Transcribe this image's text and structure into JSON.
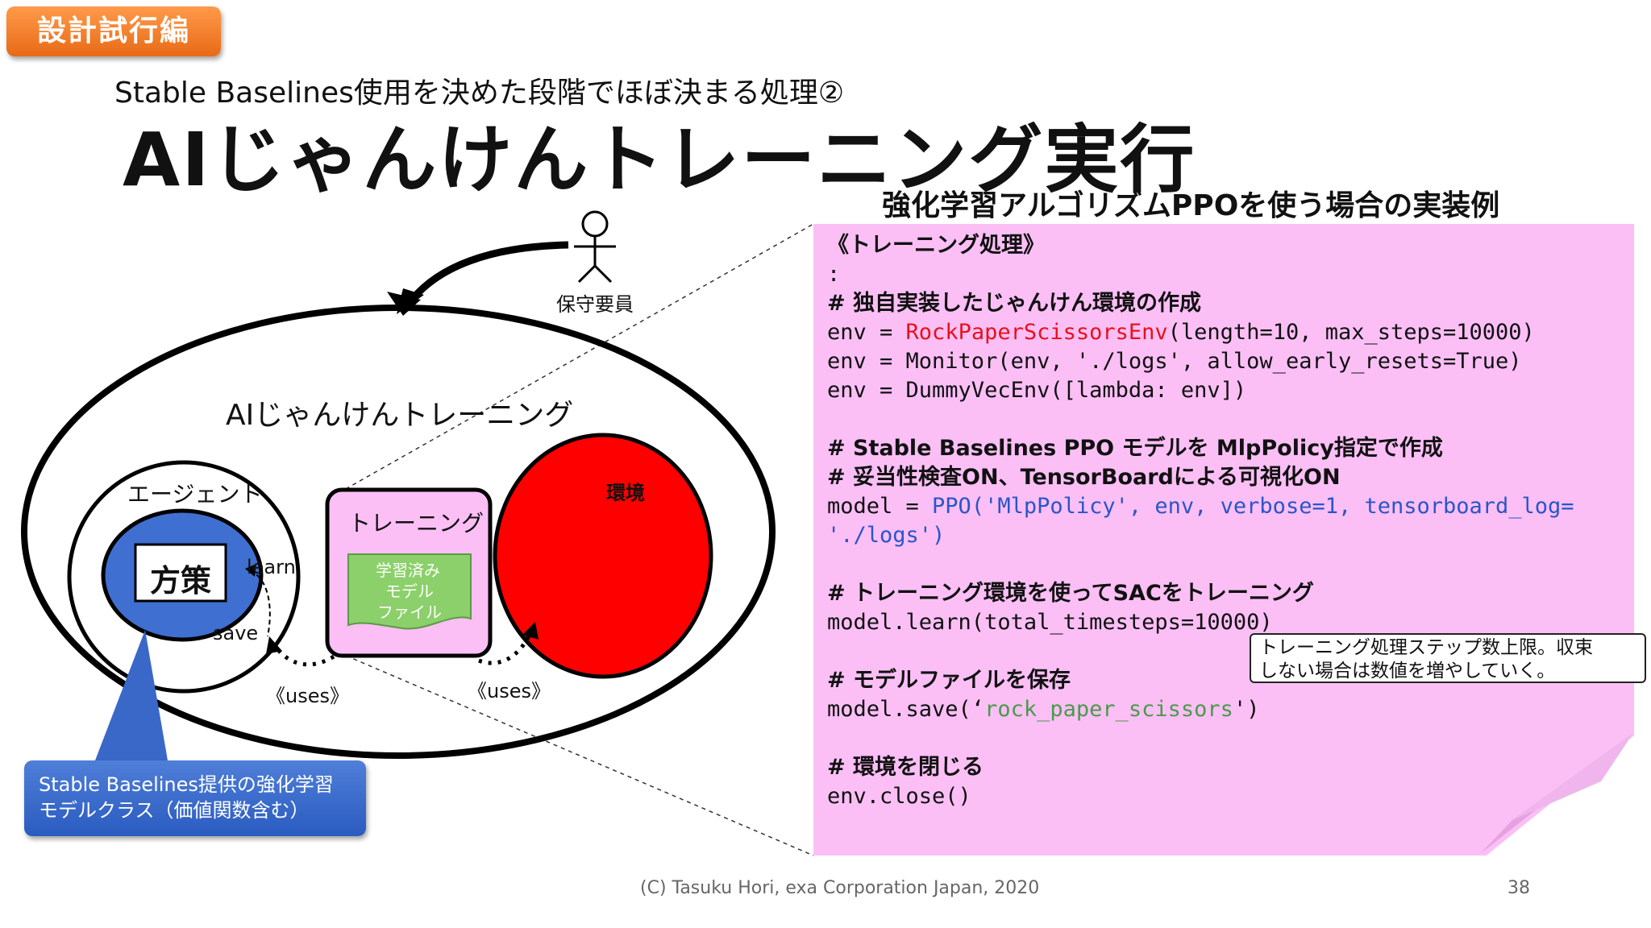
{
  "header": {
    "tag": "設計試行編",
    "subtitle": "Stable Baselines使用を決めた段階でほぼ決まる処理②",
    "title": "AIじゃんけんトレーニング実行"
  },
  "diagram": {
    "actor_label": "保守要員",
    "outer_label": "AIじゃんけんトレーニング",
    "agent_label": "エージェント",
    "policy_label": "方策",
    "learn_label": "learn",
    "save_label": "save",
    "training_label": "トレーニング",
    "file_label_1": "学習済み",
    "file_label_2": "モデル",
    "file_label_3": "ファイル",
    "env_label": "環境",
    "uses_left": "《uses》",
    "uses_right": "《uses》",
    "blue_note_line1": "Stable Baselines提供の強化学習",
    "blue_note_line2": "モデルクラス（価値関数含む）"
  },
  "note": {
    "heading": "強化学習アルゴリズムPPOを使う場合の実装例",
    "section": "《トレーニング処理》",
    "ellipsis": ":",
    "c1": "# 独自実装したじゃんけん環境の作成",
    "l1_pre": "env = ",
    "l1_cls": "RockPaperScissorsEnv",
    "l1_post": "(length=10, max_steps=10000)",
    "l2": "env = Monitor(env, './logs', allow_early_resets=True)",
    "l3": "env = DummyVecEnv([lambda: env])",
    "c2": "# Stable Baselines PPO モデルを MlpPolicy指定で作成",
    "c3": "# 妥当性検査ON、TensorBoardによる可視化ON",
    "l4_pre": "model = ",
    "l4_args": "PPO('MlpPolicy', env, verbose=1, tensorboard_log=",
    "l4b": "'./logs')",
    "c4": "# トレーニング環境を使ってSACをトレーニング",
    "l5": "model.learn(total_timesteps=10000)",
    "c5": "# モデルファイルを保存",
    "l6_pre": "model.save(‘",
    "l6_str": "rock_paper_scissors",
    "l6_post": "')",
    "c6": "# 環境を閉じる",
    "l7": "env.close()",
    "callout_line1": "トレーニング処理ステップ数上限。収束",
    "callout_line2": "しない場合は数値を増やしていく。"
  },
  "footer": {
    "copyright": "(C) Tasuku Hori, exa Corporation Japan, 2020",
    "page": "38"
  },
  "colors": {
    "note_bg": "#fbbff6",
    "env_red": "#ff0000",
    "policy_blue": "#3f6fd0",
    "file_green": "#8bd06a",
    "code_red": "#e8101a",
    "code_blue": "#2a55c8",
    "code_green": "#4a9a4a",
    "tag_orange": "#f07c24"
  }
}
